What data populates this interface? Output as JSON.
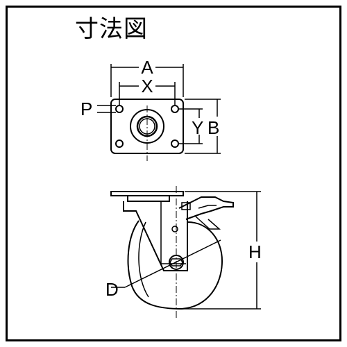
{
  "title": "寸法図",
  "labels": {
    "A": "A",
    "X": "X",
    "P": "P",
    "Y": "Y",
    "B": "B",
    "H": "H",
    "D": "D"
  }
}
